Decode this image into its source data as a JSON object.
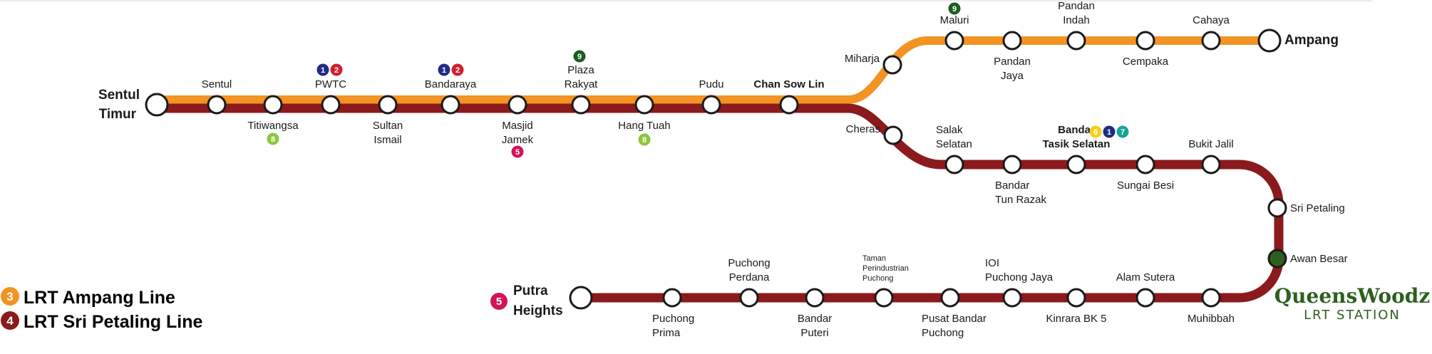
{
  "colors": {
    "ampang_line": "#F39323",
    "sri_petaling_line": "#8B1A1D",
    "line_1": "#1F2C86",
    "line_2": "#D0202F",
    "line_5": "#D2145A",
    "line_6": "#F6CF1B",
    "line_7": "#17A59A",
    "line_8": "#8CC63F",
    "line_9": "#1B5E20",
    "highlight_station": "#2E5F1F",
    "brand": "#2E5F1F"
  },
  "legend": [
    {
      "number": "3",
      "label": "LRT Ampang Line",
      "color": "#F39323"
    },
    {
      "number": "4",
      "label": "LRT Sri Petaling Line",
      "color": "#8B1A1D"
    }
  ],
  "brand": {
    "title": "QueensWoodz",
    "subtitle": "LRT STATION"
  },
  "termini": {
    "sentul_timur": [
      "Sentul",
      "Timur"
    ],
    "ampang": "Ampang",
    "putra_heights": [
      "Putra",
      "Heights"
    ]
  },
  "putra_badge": "5",
  "stations": [
    {
      "id": "sentul",
      "lines": [
        "Sentul"
      ]
    },
    {
      "id": "titiwangsa",
      "lines": [
        "Titiwangsa"
      ]
    },
    {
      "id": "pwtc",
      "lines": [
        "PWTC"
      ]
    },
    {
      "id": "sultan-ismail",
      "lines": [
        "Sultan",
        "Ismail"
      ]
    },
    {
      "id": "bandaraya",
      "lines": [
        "Bandaraya"
      ]
    },
    {
      "id": "masjid-jamek",
      "lines": [
        "Masjid",
        "Jamek"
      ]
    },
    {
      "id": "plaza-rakyat",
      "lines": [
        "Plaza",
        "Rakyat"
      ]
    },
    {
      "id": "hang-tuah",
      "lines": [
        "Hang Tuah"
      ]
    },
    {
      "id": "pudu",
      "lines": [
        "Pudu"
      ]
    },
    {
      "id": "chan-sow-lin",
      "lines": [
        "Chan Sow Lin"
      ]
    },
    {
      "id": "miharja",
      "lines": [
        "Miharja"
      ]
    },
    {
      "id": "maluri",
      "lines": [
        "Maluri"
      ]
    },
    {
      "id": "pandan-jaya",
      "lines": [
        "Pandan",
        "Jaya"
      ]
    },
    {
      "id": "pandan-indah",
      "lines": [
        "Pandan",
        "Indah"
      ]
    },
    {
      "id": "cempaka",
      "lines": [
        "Cempaka"
      ]
    },
    {
      "id": "cahaya",
      "lines": [
        "Cahaya"
      ]
    },
    {
      "id": "cheras",
      "lines": [
        "Cheras"
      ]
    },
    {
      "id": "salak-selatan",
      "lines": [
        "Salak",
        "Selatan"
      ]
    },
    {
      "id": "bandar-tun-razak",
      "lines": [
        "Bandar",
        "Tun Razak"
      ]
    },
    {
      "id": "bandar-tasik-selatan",
      "lines": [
        "Bandar",
        "Tasik Selatan"
      ]
    },
    {
      "id": "sungai-besi",
      "lines": [
        "Sungai Besi"
      ]
    },
    {
      "id": "bukit-jalil",
      "lines": [
        "Bukit Jalil"
      ]
    },
    {
      "id": "sri-petaling",
      "lines": [
        "Sri Petaling"
      ]
    },
    {
      "id": "awan-besar",
      "lines": [
        "Awan Besar"
      ]
    },
    {
      "id": "muhibbah",
      "lines": [
        "Muhibbah"
      ]
    },
    {
      "id": "alam-sutera",
      "lines": [
        "Alam Sutera"
      ]
    },
    {
      "id": "kinrara",
      "lines": [
        "Kinrara BK 5"
      ]
    },
    {
      "id": "ioi-puchong-jaya",
      "lines": [
        "IOI",
        "Puchong Jaya"
      ]
    },
    {
      "id": "pusat-bandar-puchong",
      "lines": [
        "Pusat Bandar",
        "Puchong"
      ]
    },
    {
      "id": "taman-perindustrian-puchong",
      "lines": [
        "Taman",
        "Perindustrian",
        "Puchong"
      ]
    },
    {
      "id": "bandar-puteri",
      "lines": [
        "Bandar",
        "Puteri"
      ]
    },
    {
      "id": "puchong-perdana",
      "lines": [
        "Puchong",
        "Perdana"
      ]
    },
    {
      "id": "puchong-prima",
      "lines": [
        "Puchong",
        "Prima"
      ]
    }
  ],
  "interchanges": [
    {
      "station": "pwtc",
      "badges": [
        "1",
        "2"
      ]
    },
    {
      "station": "bandaraya",
      "badges": [
        "1",
        "2"
      ]
    },
    {
      "station": "titiwangsa",
      "badges": [
        "8"
      ]
    },
    {
      "station": "masjid-jamek",
      "badges": [
        "5"
      ]
    },
    {
      "station": "plaza-rakyat",
      "badges": [
        "9"
      ]
    },
    {
      "station": "hang-tuah",
      "badges": [
        "8"
      ]
    },
    {
      "station": "maluri",
      "badges": [
        "9"
      ]
    },
    {
      "station": "bandar-tasik-selatan",
      "badges": [
        "6",
        "1",
        "7"
      ]
    }
  ]
}
